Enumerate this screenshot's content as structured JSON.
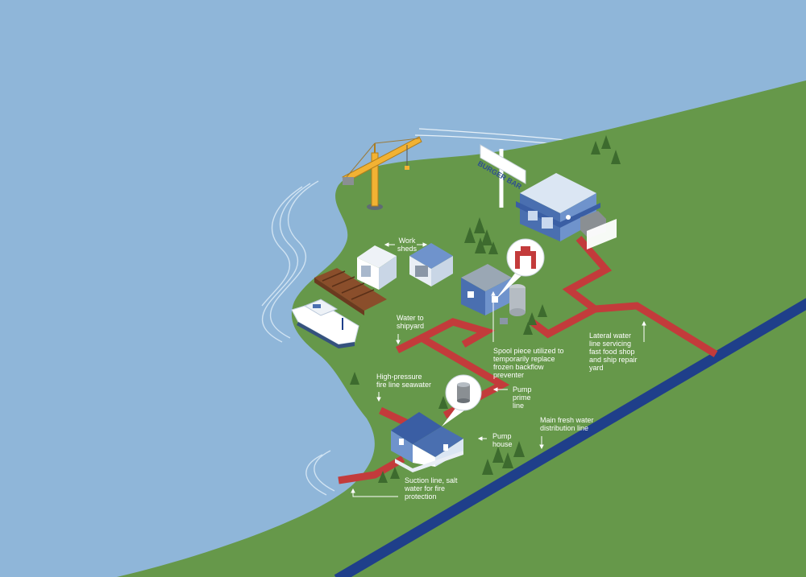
{
  "colors": {
    "water": "#8fb6d9",
    "land": "#66984a",
    "pipe_red": "#c33b3b",
    "main_line_blue": "#1f3f8a",
    "building_blue": "#4a6fb0",
    "label_text": "#ffffff"
  },
  "sign": {
    "text": "BURGER BAR"
  },
  "labels": {
    "work_sheds": "Work\nsheds",
    "water_to_shipyard": "Water to\nshipyard",
    "spool_piece": "Spool piece utilized to\ntemporarily replace\nfrozen backflow\npreventer",
    "lateral_water_line": "Lateral water\nline servicing\nfast food shop\nand ship repair\nyard",
    "high_pressure": "High-pressure\nfire line seawater",
    "pump_prime": "Pump\nprime\nline",
    "main_fresh_water": "Main fresh water\ndistribution line",
    "pump_house": "Pump\nhouse",
    "suction_line": "Suction line, salt\nwater for fire\nprotection"
  },
  "icons": {
    "spool_callout": "spool-piece-icon",
    "pump_callout": "pump-tank-icon"
  }
}
